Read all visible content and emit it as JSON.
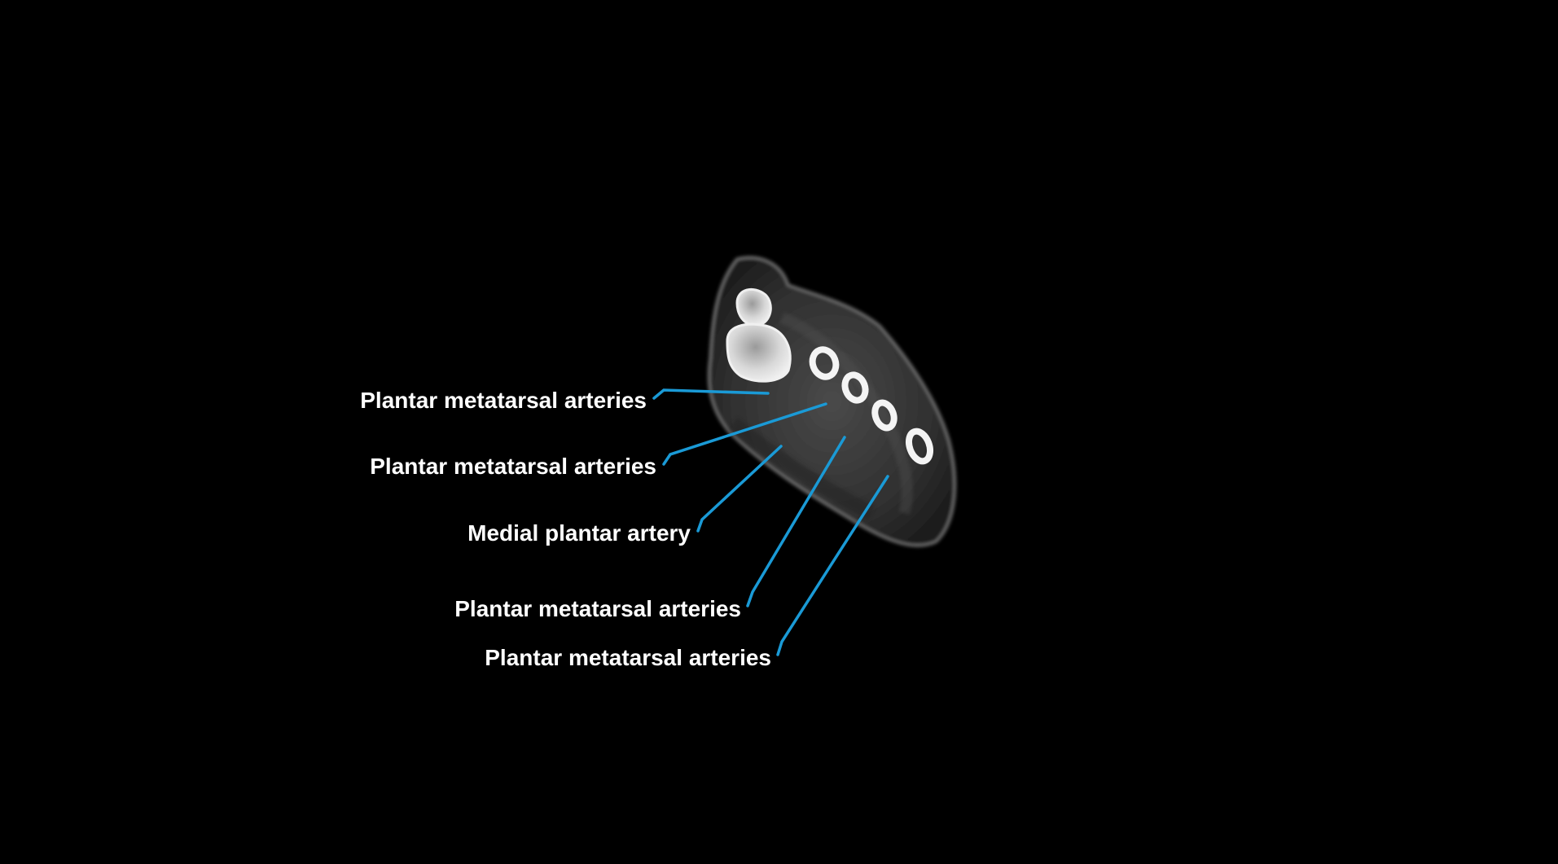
{
  "labels": [
    {
      "id": "l1",
      "text": "Plantar metatarsal arteries"
    },
    {
      "id": "l2",
      "text": "Plantar metatarsal arteries"
    },
    {
      "id": "l3",
      "text": "Medial plantar artery"
    },
    {
      "id": "l4",
      "text": "Plantar metatarsal arteries"
    },
    {
      "id": "l5",
      "text": "Plantar metatarsal arteries"
    }
  ],
  "colors": {
    "background": "#000000",
    "leader_line": "#1a9ad6",
    "label_text": "#ffffff"
  }
}
